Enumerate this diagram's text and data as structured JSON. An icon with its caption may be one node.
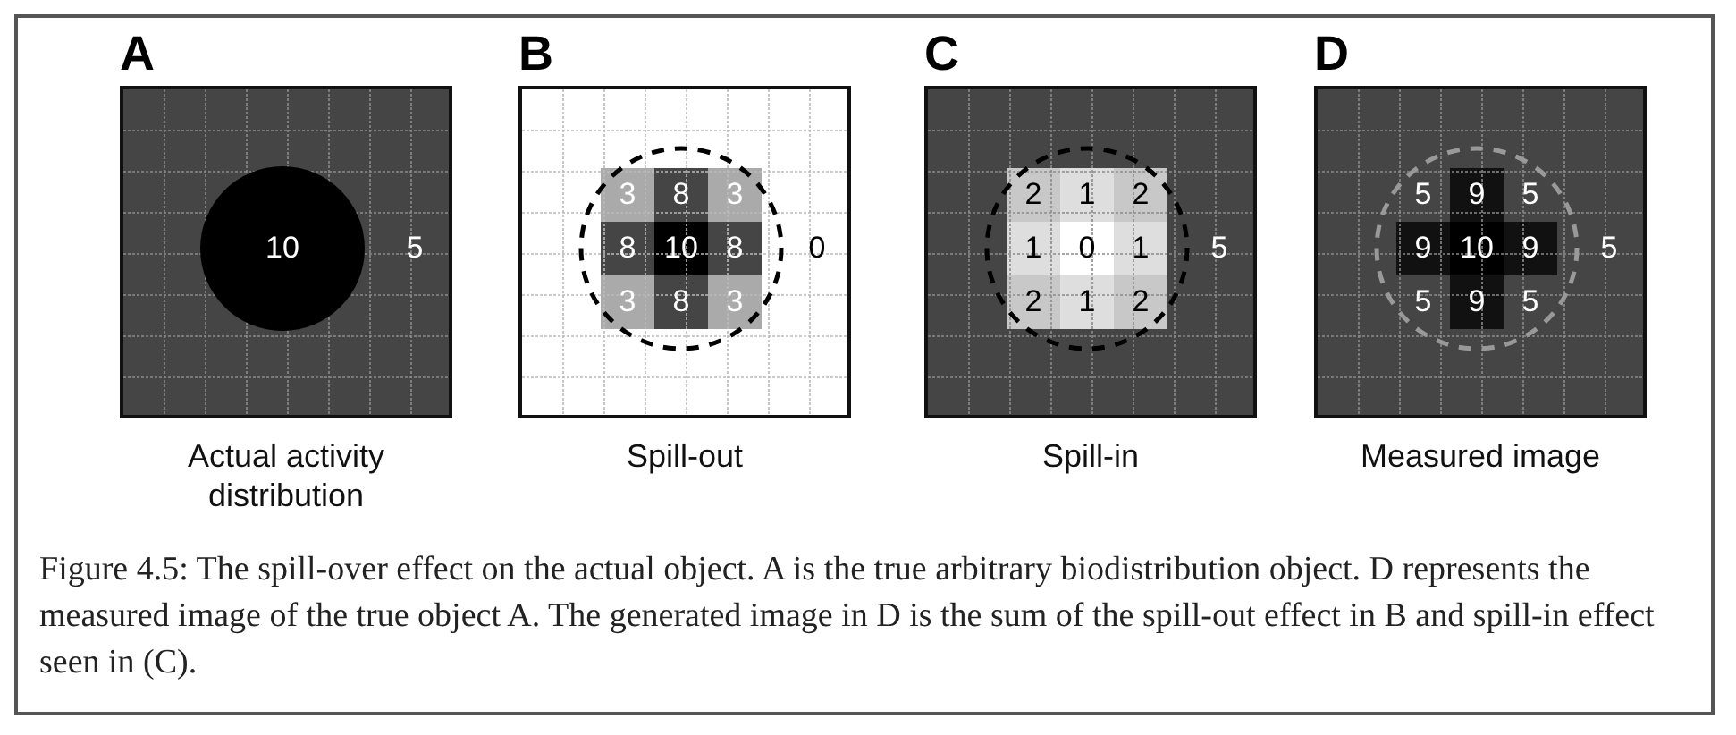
{
  "diagram": {
    "caption": "Figure 4.5: The spill-over effect on the actual object. A is the true arbitrary biodistribution object. D represents the measured image of the true object A. The generated image in D is the sum of the spill-out effect in B and spill-in effect seen in (C).",
    "nodes": [
      {
        "text": [
          "A",
          "10",
          "5"
        ],
        "beside": [
          "Actual activity distribution"
        ]
      },
      {
        "text": [
          "B",
          "3",
          "8",
          "3",
          "8",
          "10",
          "8",
          "0",
          "3",
          "8",
          "3"
        ],
        "beside": [
          "Spill-out"
        ]
      },
      {
        "text": [
          "C",
          "2",
          "1",
          "2",
          "1",
          "0",
          "1",
          "5",
          "2",
          "1",
          "2"
        ],
        "beside": [
          "Spill-in"
        ]
      },
      {
        "text": [
          "D",
          "5",
          "9",
          "5",
          "9",
          "10",
          "9",
          "5",
          "5",
          "9",
          "5"
        ],
        "beside": [
          "Measured image"
        ]
      }
    ]
  }
}
